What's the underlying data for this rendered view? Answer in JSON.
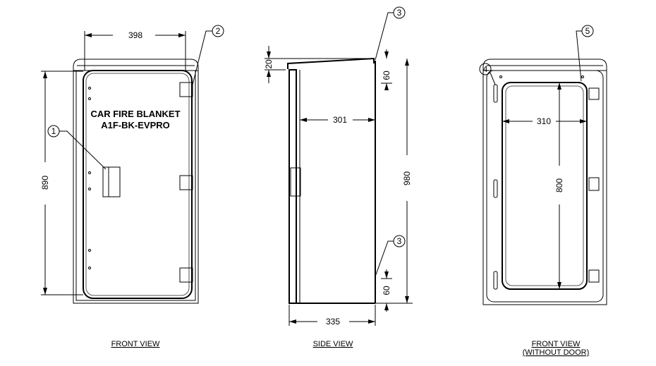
{
  "views": {
    "front": {
      "label": "FRONT VIEW",
      "product_name": "CAR FIRE BLANKET",
      "product_code": "A1F-BK-EVPRO",
      "width_dim": "398",
      "height_dim": "890"
    },
    "side": {
      "label": "SIDE VIEW",
      "top_dim": "20",
      "hinge_top_dim": "60",
      "hinge_bottom_dim": "60",
      "inner_depth_dim": "301",
      "height_dim": "980",
      "depth_dim": "335"
    },
    "front_no_door": {
      "label": "FRONT VIEW",
      "sublabel": "(WITHOUT DOOR)",
      "opening_width_dim": "310",
      "opening_height_dim": "800"
    }
  },
  "callouts": [
    "1",
    "2",
    "3",
    "3",
    "4",
    "5"
  ]
}
